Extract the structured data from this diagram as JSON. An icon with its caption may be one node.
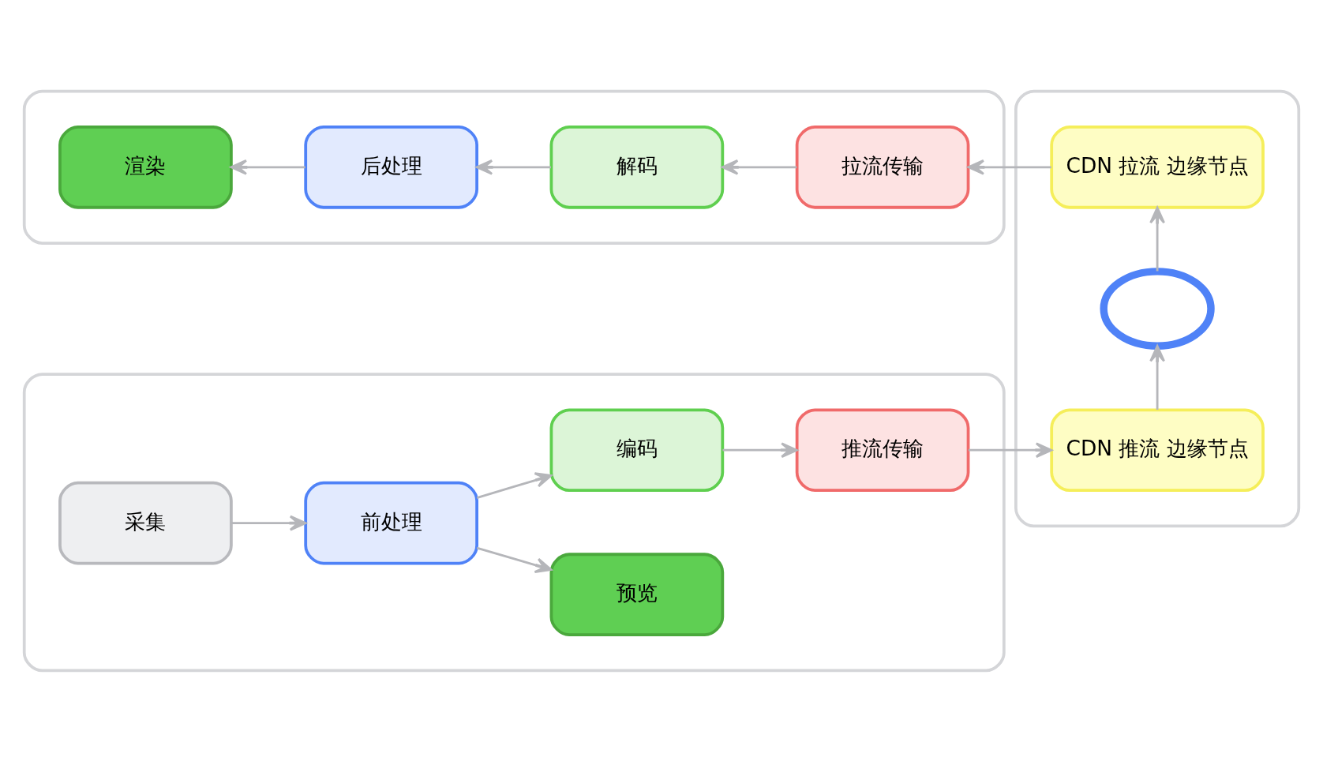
{
  "diagram": {
    "nodes": [
      {
        "text": [],
        "shape": "box"
      },
      {
        "text": [
          "预览"
        ],
        "in": 0
      },
      {
        "text": [
          "采集"
        ],
        "in": 0
      },
      {
        "text": [
          "前处理"
        ],
        "in": 0
      },
      {
        "text": [
          "编码"
        ],
        "in": 0
      },
      {
        "text": [
          "推流传输"
        ],
        "in": 0
      },
      {
        "text": [],
        "shape": "box"
      },
      {
        "text": [
          "CDN 推流 边缘节点"
        ],
        "in": 6
      },
      {
        "text": [],
        "shape": "cloud",
        "in": 6
      },
      {
        "text": [
          "CDN 拉流 边缘节点"
        ],
        "in": 6
      },
      {
        "text": [],
        "shape": "box"
      },
      {
        "text": [
          "渲染"
        ],
        "in": 10
      },
      {
        "text": [
          "后处理"
        ],
        "in": 10
      },
      {
        "text": [
          "解码"
        ],
        "in": 10
      },
      {
        "text": [
          "拉流传输"
        ],
        "in": 10
      }
    ],
    "edges": [
      {
        "from": 2,
        "to": 3,
        "arrow": "to"
      },
      {
        "from": 3,
        "to": 1,
        "arrow": "to"
      },
      {
        "from": 3,
        "to": 4,
        "arrow": "to"
      },
      {
        "from": 4,
        "to": 5,
        "arrow": "to"
      },
      {
        "from": 5,
        "to": 7,
        "arrow": "to"
      },
      {
        "from": 7,
        "to": 8,
        "arrow": "to"
      },
      {
        "from": 8,
        "to": 9,
        "arrow": "to"
      },
      {
        "from": 9,
        "to": 14,
        "arrow": "to"
      },
      {
        "from": 14,
        "to": 13,
        "arrow": "to"
      },
      {
        "from": 13,
        "to": 12,
        "arrow": "to"
      },
      {
        "from": 12,
        "to": 11,
        "arrow": "to"
      }
    ]
  }
}
